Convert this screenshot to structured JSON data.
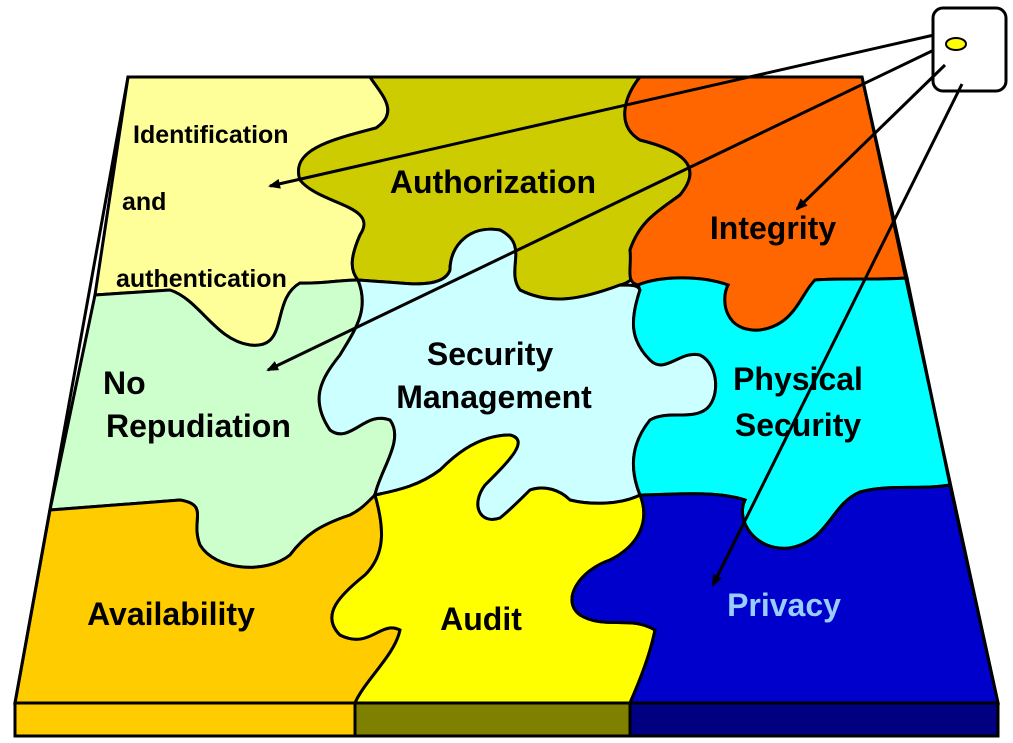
{
  "labels": {
    "identification": "Identification",
    "and": "and",
    "authentication": "authentication",
    "authorization": "Authorization",
    "integrity": "Integrity",
    "no": "No",
    "repudiation": "Repudiation",
    "security_management_line1": "Security",
    "security_management_line2": "Management",
    "physical_line1": "Physical",
    "physical_line2": "Security",
    "availability": "Availability",
    "audit": "Audit",
    "privacy": "Privacy"
  },
  "colors": {
    "identification": "#ffff99",
    "authorization": "#cccc00",
    "integrity": "#ff6600",
    "no_repudiation": "#ccffcc",
    "security_management": "#ccffff",
    "physical_security": "#00ffff",
    "availability": "#ffcc00",
    "audit": "#ffff00",
    "privacy": "#0000cc",
    "privacy_text": "#99ccff",
    "base_left": "#ffcc00",
    "base_mid": "#808000",
    "base_right": "#000080"
  }
}
